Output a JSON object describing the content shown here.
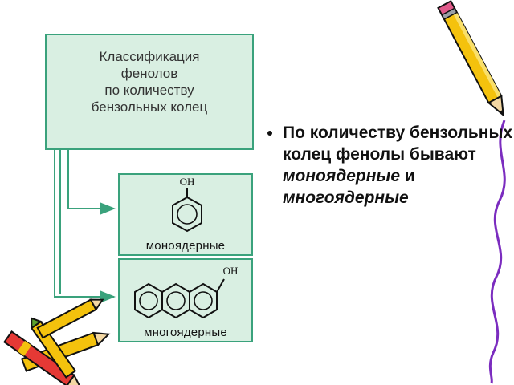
{
  "title_box": {
    "lines": [
      "Классификация",
      "фенолов",
      "по количеству",
      "бензольных колец"
    ]
  },
  "mono": {
    "label": "моноядерные",
    "substituent": "OH"
  },
  "poly": {
    "label": "многоядерные",
    "substituent": "OH"
  },
  "bullet": {
    "text": "По количеству бензольных колец фенолы бывают",
    "term1": "моноядерные",
    "conj": "и",
    "term2": "многоядерные"
  },
  "colors": {
    "box_fill": "#d9efe2",
    "box_border": "#3aa27c",
    "arrow": "#3aa27c",
    "squiggle": "#7b2cbf"
  },
  "icons": [
    "pencil-icon",
    "crayons-icon",
    "squiggle-line"
  ]
}
